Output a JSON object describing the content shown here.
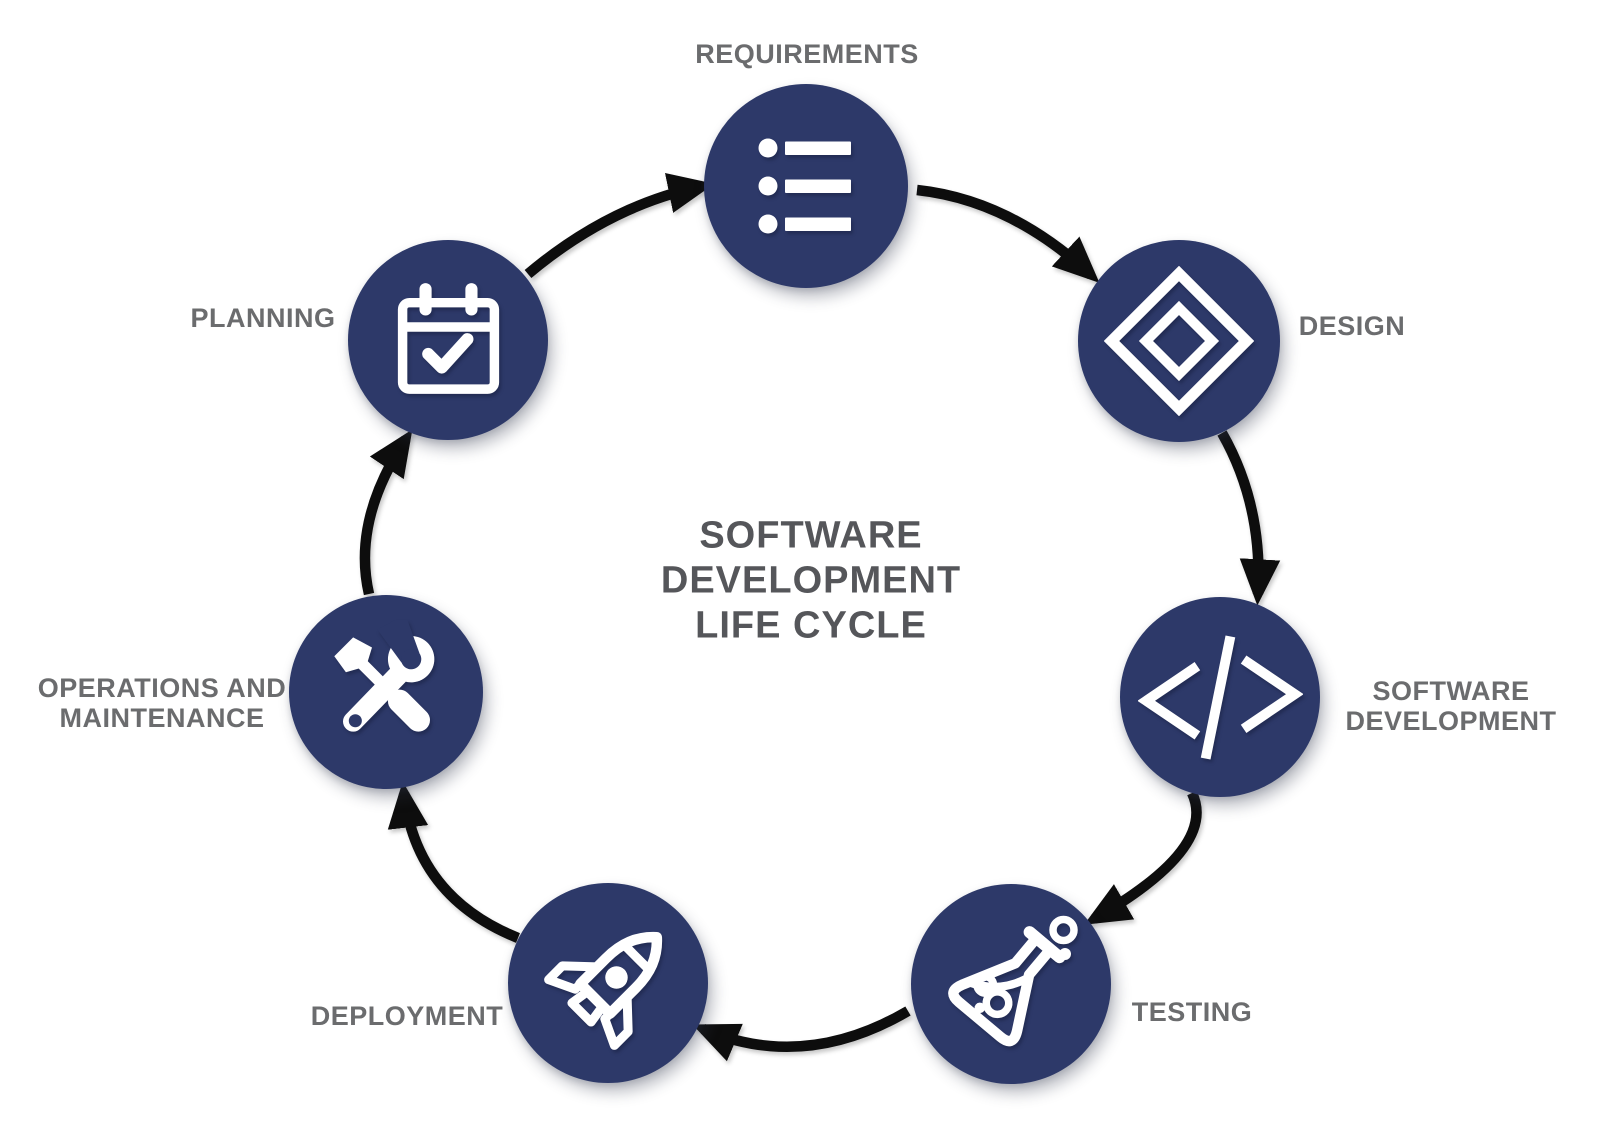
{
  "diagram": {
    "title": "SOFTWARE\nDEVELOPMENT\nLIFE CYCLE",
    "colors": {
      "background": "#ffffff",
      "node_fill": "#2d3969",
      "icon": "#ffffff",
      "label_text": "#6b6c6e",
      "title_text": "#55565a",
      "arrow": "#0d0d0d"
    },
    "nodes": [
      {
        "id": "requirements",
        "label": "REQUIREMENTS",
        "icon": "list-icon"
      },
      {
        "id": "design",
        "label": "DESIGN",
        "icon": "diamond-icon"
      },
      {
        "id": "software-development",
        "label": "SOFTWARE\nDEVELOPMENT",
        "icon": "code-icon"
      },
      {
        "id": "testing",
        "label": "TESTING",
        "icon": "flask-icon"
      },
      {
        "id": "deployment",
        "label": "DEPLOYMENT",
        "icon": "rocket-icon"
      },
      {
        "id": "operations-and-maintenance",
        "label": "OPERATIONS AND\nMAINTENANCE",
        "icon": "tools-icon"
      },
      {
        "id": "planning",
        "label": "PLANNING",
        "icon": "calendar-icon"
      }
    ],
    "arrows": [
      {
        "from": "planning",
        "to": "requirements"
      },
      {
        "from": "requirements",
        "to": "design"
      },
      {
        "from": "design",
        "to": "software-development"
      },
      {
        "from": "software-development",
        "to": "testing"
      },
      {
        "from": "testing",
        "to": "deployment"
      },
      {
        "from": "deployment",
        "to": "operations-and-maintenance"
      },
      {
        "from": "operations-and-maintenance",
        "to": "planning"
      }
    ]
  }
}
